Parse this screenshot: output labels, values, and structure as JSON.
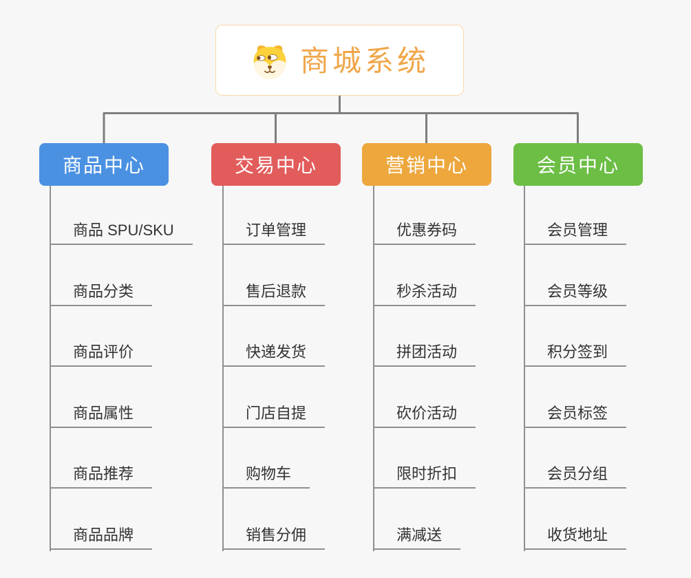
{
  "canvas": {
    "bg_color": "#f7f7f7",
    "connector_color": "#7e7e7e",
    "leaf_line_color": "#8f8f8f",
    "leaf_text_color": "#333333"
  },
  "root": {
    "label": "商城系统",
    "icon": "dog-face-icon",
    "accent_color": "#f0a64a",
    "border_color": "#f2b057",
    "bg_color": "#ffffff"
  },
  "branches": [
    {
      "label": "商品中心",
      "color": "#4b91e2",
      "items": [
        "商品 SPU/SKU",
        "商品分类",
        "商品评价",
        "商品属性",
        "商品推荐",
        "商品品牌"
      ]
    },
    {
      "label": "交易中心",
      "color": "#e25c5b",
      "items": [
        "订单管理",
        "售后退款",
        "快递发货",
        "门店自提",
        "购物车",
        "销售分佣"
      ]
    },
    {
      "label": "营销中心",
      "color": "#eda73d",
      "items": [
        "优惠券码",
        "秒杀活动",
        "拼团活动",
        "砍价活动",
        "限时折扣",
        "满减送"
      ]
    },
    {
      "label": "会员中心",
      "color": "#6cbe45",
      "items": [
        "会员管理",
        "会员等级",
        "积分签到",
        "会员标签",
        "会员分组",
        "收货地址"
      ]
    }
  ]
}
